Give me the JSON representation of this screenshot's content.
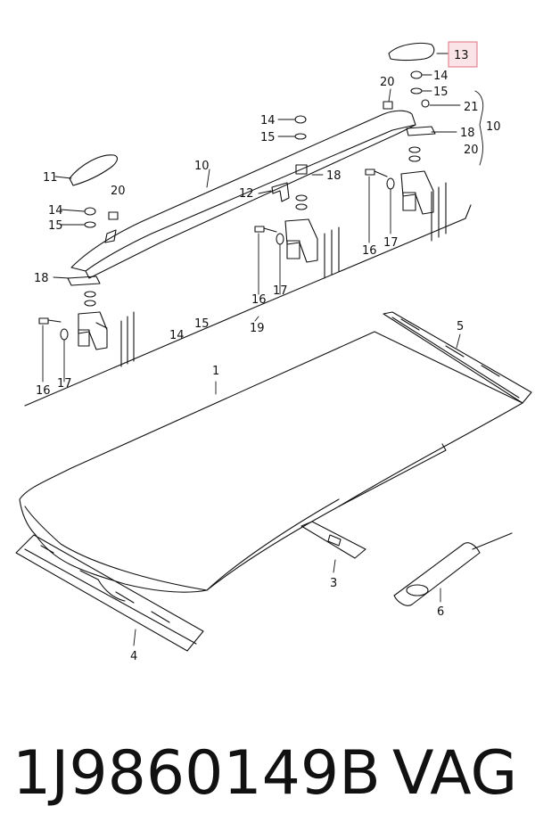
{
  "labels": {
    "roof_panel": "1",
    "cover_channel": "3",
    "front_frame": "4",
    "side_channel": "5",
    "adhesive_tube": "6",
    "roof_rail": "10",
    "end_cap_front": "11",
    "bracket_middle": "12",
    "end_cap_rear": "13",
    "nut": "14",
    "washer": "15",
    "screw": "16",
    "seal_washer": "17",
    "gasket": "18",
    "group": "19",
    "clip": "20",
    "plug": "21"
  },
  "highlight": {
    "label": "13",
    "border_color": "#e07080",
    "fill_color": "#fbe4e8"
  },
  "caption": {
    "part_number": "1J9860149B",
    "brand": "VAG"
  }
}
